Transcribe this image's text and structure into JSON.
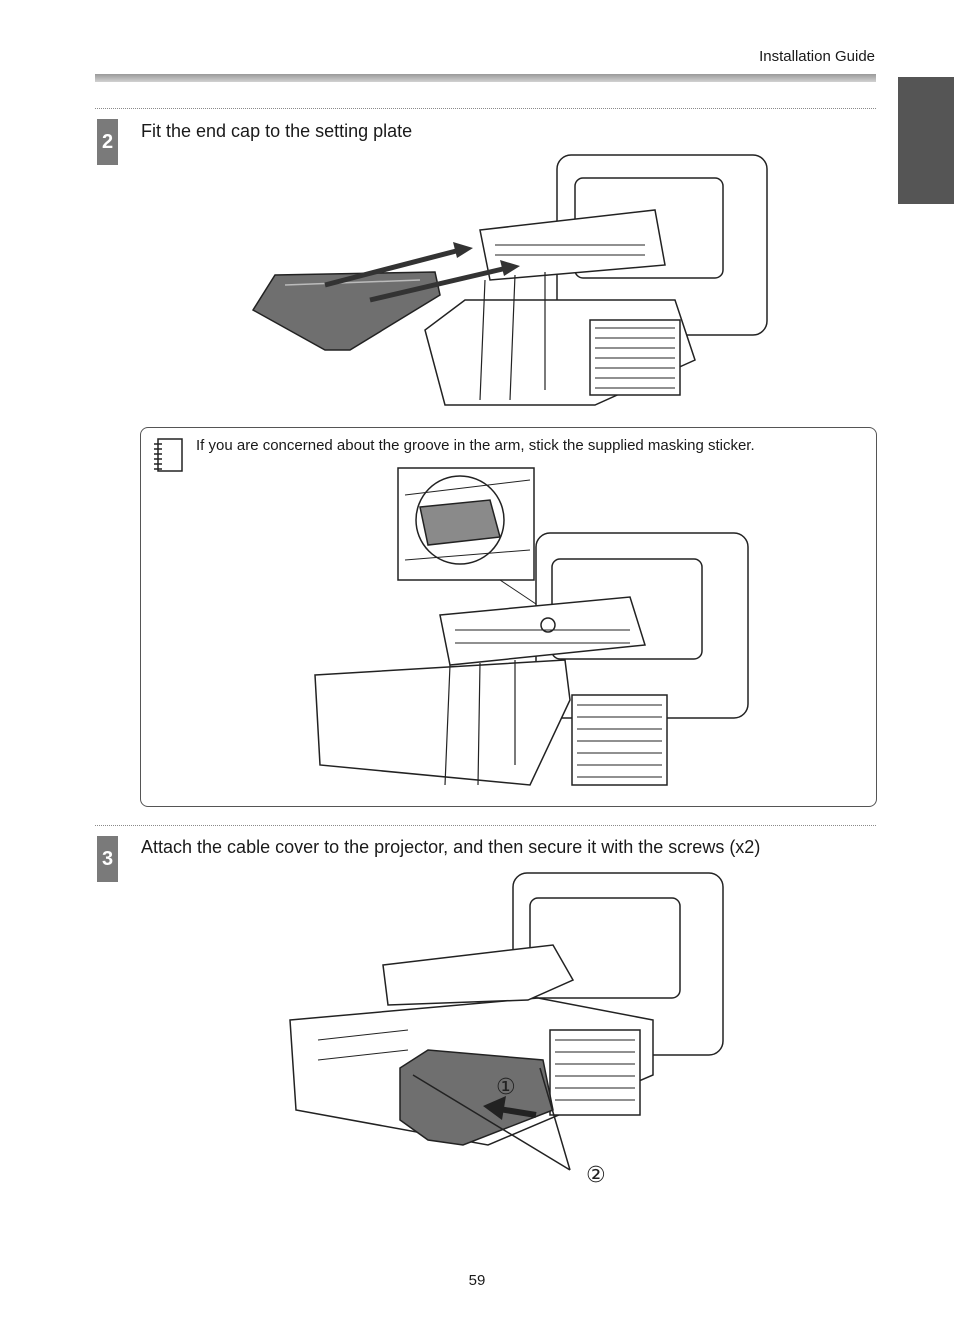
{
  "header": {
    "title": "Installation Guide"
  },
  "steps": [
    {
      "number": "2",
      "text": "Fit the end cap to the setting plate"
    },
    {
      "number": "3",
      "text": "Attach the cable cover to the projector, and then secure it with the screws (x2)"
    }
  ],
  "note": {
    "text": "If you are concerned about the groove in the arm, stick the supplied masking sticker."
  },
  "callouts": {
    "one": "①",
    "two": "②"
  },
  "footer": {
    "page_number": "59"
  },
  "colors": {
    "tab": "#555555",
    "badge": "#7a7a7a",
    "part_fill": "#6f6f6f"
  },
  "icons": [
    "note-icon"
  ]
}
